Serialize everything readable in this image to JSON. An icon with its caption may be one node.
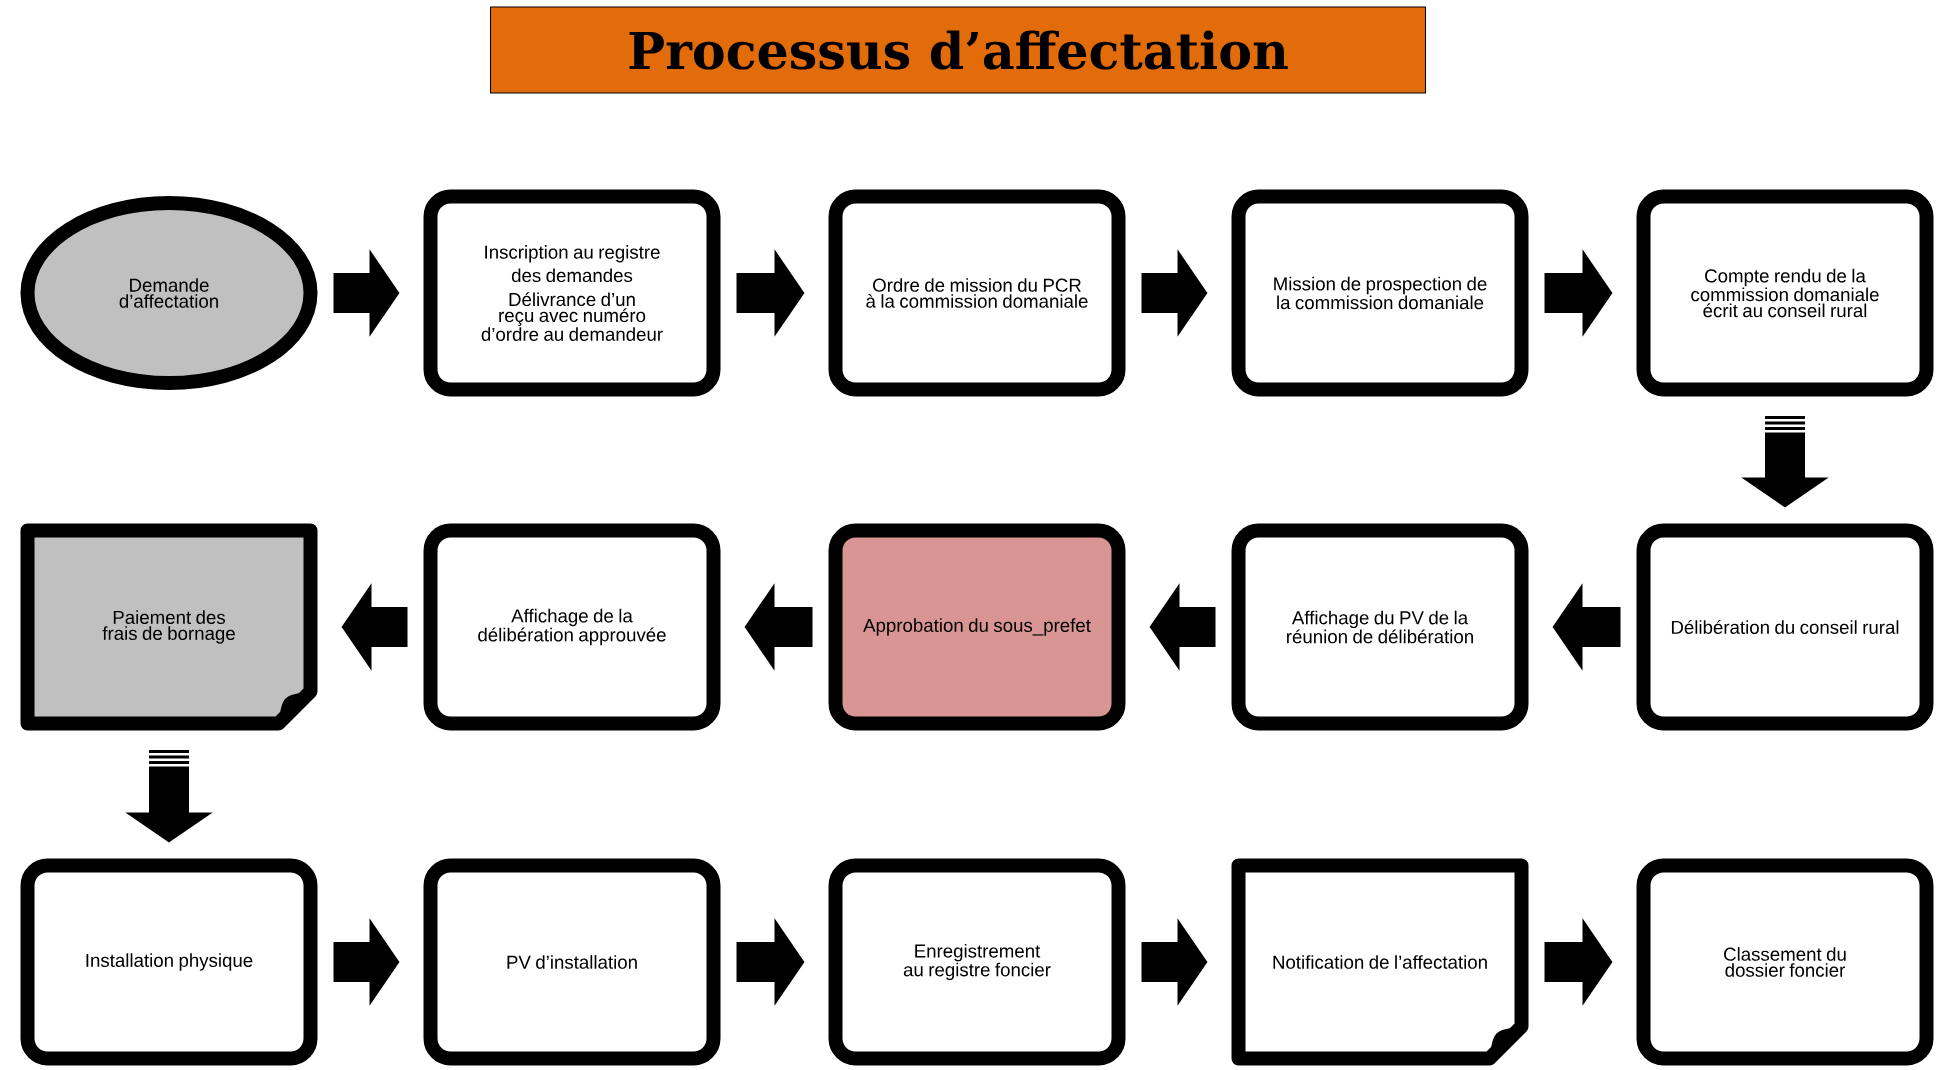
{
  "diagram": {
    "title": "Processus d’affectation",
    "nodes": [
      {
        "text": [
          "Demande d’affectation"
        ]
      },
      {
        "text": [
          "Inscription au registre des demandes",
          "Délivrance d’un reçu avec numéro d’ordre au demandeur"
        ]
      },
      {
        "text": [
          "Ordre de mission du PCR à la commission domaniale"
        ]
      },
      {
        "text": [
          "Mission de prospection de la commission domaniale"
        ]
      },
      {
        "text": [
          "Compte rendu de la commission domaniale écrit au conseil rural"
        ]
      },
      {
        "text": [
          "Délibération du conseil rural"
        ]
      },
      {
        "text": [
          "Affichage du PV de la réunion de délibération"
        ]
      },
      {
        "text": [
          "Approbation du sous_prefet"
        ]
      },
      {
        "text": [
          "Affichage de la délibération approuvée"
        ]
      },
      {
        "text": [
          "Paiement des frais de bornage"
        ]
      },
      {
        "text": [
          "Installation physique"
        ]
      },
      {
        "text": [
          "PV d’installation"
        ]
      },
      {
        "text": [
          "Enregistrement au registre foncier"
        ]
      },
      {
        "text": [
          "Notification de l’affectation"
        ]
      },
      {
        "text": [
          "Classement du dossier foncier"
        ]
      }
    ],
    "edges": [
      {
        "from": 0,
        "to": 1,
        "arrow": "to"
      },
      {
        "from": 1,
        "to": 2,
        "arrow": "to"
      },
      {
        "from": 2,
        "to": 3,
        "arrow": "to"
      },
      {
        "from": 3,
        "to": 4,
        "arrow": "to"
      },
      {
        "from": 4,
        "to": 5,
        "arrow": "to"
      },
      {
        "from": 5,
        "to": 6,
        "arrow": "to"
      },
      {
        "from": 6,
        "to": 7,
        "arrow": "to"
      },
      {
        "from": 7,
        "to": 8,
        "arrow": "to"
      },
      {
        "from": 8,
        "to": 9,
        "arrow": "to"
      },
      {
        "from": 9,
        "to": 10,
        "arrow": "to"
      },
      {
        "from": 10,
        "to": 11,
        "arrow": "to"
      },
      {
        "from": 11,
        "to": 12,
        "arrow": "to"
      },
      {
        "from": 12,
        "to": 13,
        "arrow": "to"
      },
      {
        "from": 13,
        "to": 14,
        "arrow": "to"
      }
    ]
  }
}
